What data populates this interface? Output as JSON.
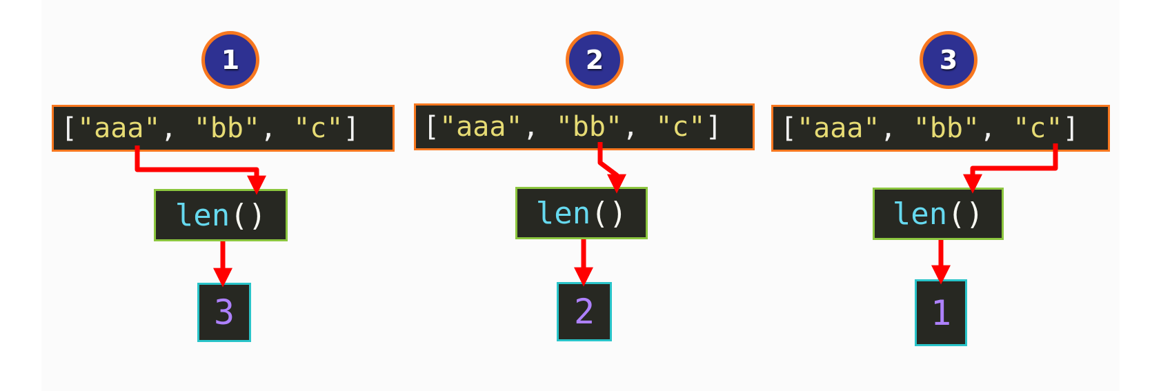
{
  "steps": [
    {
      "number": "1",
      "list": {
        "open": "[",
        "items": [
          "\"aaa\"",
          "\"bb\"",
          "\"c\""
        ],
        "sep": ", ",
        "close": "]"
      },
      "function": {
        "name": "len",
        "parens": "()"
      },
      "result": "3",
      "highlighted_item": "\"aaa\""
    },
    {
      "number": "2",
      "list": {
        "open": "[",
        "items": [
          "\"aaa\"",
          "\"bb\"",
          "\"c\""
        ],
        "sep": ", ",
        "close": "]"
      },
      "function": {
        "name": "len",
        "parens": "()"
      },
      "result": "2",
      "highlighted_item": "\"bb\""
    },
    {
      "number": "3",
      "list": {
        "open": "[",
        "items": [
          "\"aaa\"",
          "\"bb\"",
          "\"c\""
        ],
        "sep": ", ",
        "close": "]"
      },
      "function": {
        "name": "len",
        "parens": "()"
      },
      "result": "1",
      "highlighted_item": "\"c\""
    }
  ],
  "colors": {
    "badge_fill": "#2e3192",
    "badge_border": "#f7771f",
    "list_border": "#f7771f",
    "function_border": "#8cc63f",
    "result_border": "#29c4c9",
    "arrow": "#ff0000",
    "code_background": "#272822",
    "string_text": "#e6db74",
    "function_text": "#66d9ef",
    "number_text": "#ae81ff"
  }
}
